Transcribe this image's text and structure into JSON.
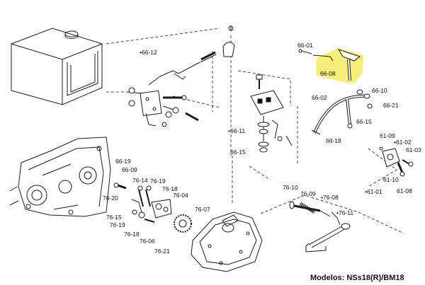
{
  "labels": {
    "66-01": "66-01",
    "66-08": "66-08",
    "66-02": "66-02",
    "66-10": "66-10",
    "66-21": "66-21",
    "66-15": "66-15",
    "66-18": "66-18",
    "61-09": "61-09",
    "61-02": "•61-02",
    "61-03": "61-03",
    "61-10": "61-10",
    "61-01": "•61-01",
    "61-08": "61-08",
    "66-12": "•66-12",
    "66-11": "•66-11",
    "66-15b": "66-15",
    "66-19": "66-19",
    "66-09": "66-09",
    "76-14": "76-14",
    "76-19a": "76-19",
    "76-18a": "76-18",
    "76-04": "76-04",
    "76-20": "76-20",
    "76-15": "76-15",
    "76-19b": "76-19",
    "76-18b": "76-18",
    "76-06": "76-06",
    "76-21": "76-21",
    "76-07": "76-07",
    "76-10": "76-10",
    "76-09": "76-09",
    "76-08": "•76-08",
    "76-11": "•76-11"
  },
  "footer": {
    "models": "Modelos: NSs18(R)/BM18"
  },
  "highlight": {
    "color": "#f5f07a",
    "part": "66-08"
  }
}
